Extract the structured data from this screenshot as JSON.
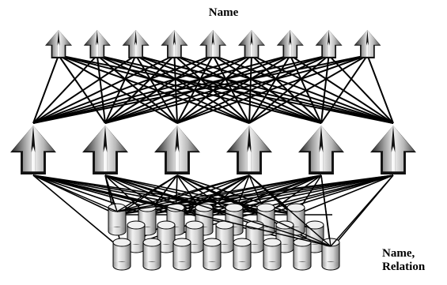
{
  "labels": {
    "top": "Name",
    "bottom_line1": "Name,",
    "bottom_line2": "Relation"
  },
  "diagram": {
    "type": "layered-network",
    "layers": [
      {
        "id": "top",
        "node_shape": "arrow-node",
        "count": 9
      },
      {
        "id": "middle",
        "node_shape": "arrow-node",
        "count": 6
      },
      {
        "id": "bottom",
        "node_shape": "cylinder",
        "count": 22
      }
    ],
    "connectivity": "fully-connected-between-adjacent-layers",
    "colors": {
      "edge": "#000000",
      "node_dark": "#000000",
      "node_light": "#d8d8d8"
    }
  }
}
